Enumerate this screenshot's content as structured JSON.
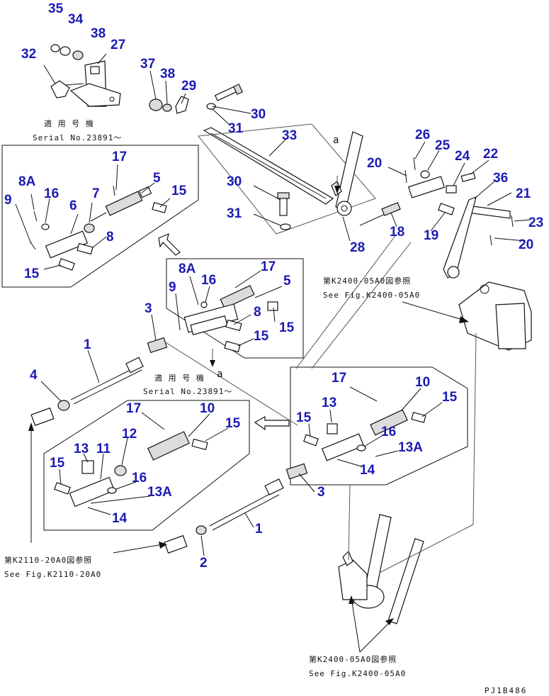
{
  "diagram": {
    "drawing_code": "PJ1B486",
    "notes": {
      "serial_upper_jp": "適 用 号 機",
      "serial_upper_en": "Serial No.23891～",
      "serial_lower_jp": "適 用 号 機",
      "serial_lower_en": "Serial No.23891～",
      "ref_k2400_upper_jp": "第K2400-05A0図参照",
      "ref_k2400_upper_en": "See Fig.K2400-05A0",
      "ref_k2110_jp": "第K2110-20A0図参照",
      "ref_k2110_en": "See Fig.K2110-20A0",
      "ref_k2400_lower_jp": "第K2400-05A0図参照",
      "ref_k2400_lower_en": "See Fig.K2400-05A0",
      "marker_a_top": "a",
      "marker_a_mid": "a"
    },
    "callouts": {
      "c35": "35",
      "c34": "34",
      "c38a": "38",
      "c27": "27",
      "c32": "32",
      "c37": "37",
      "c38b": "38",
      "c29": "29",
      "c30a": "30",
      "c31a": "31",
      "c33": "33",
      "c26": "26",
      "c25": "25",
      "c20a": "20",
      "c24": "24",
      "c22": "22",
      "c36": "36",
      "c30b": "30",
      "c21": "21",
      "c31b": "31",
      "c18": "18",
      "c19": "19",
      "c23": "23",
      "c28": "28",
      "c20b": "20",
      "b1_17": "17",
      "b1_8a": "8A",
      "b1_16": "16",
      "b1_5": "5",
      "b1_15a": "15",
      "b1_6": "6",
      "b1_7": "7",
      "b1_9": "9",
      "b1_8": "8",
      "b1_15b": "15",
      "m_8a": "8A",
      "m_17": "17",
      "m_9": "9",
      "m_16": "16",
      "m_5": "5",
      "m_3": "3",
      "m_8": "8",
      "m_15a": "15",
      "m_15b": "15",
      "l_1": "1",
      "l_4": "4",
      "b2_17": "17",
      "b2_10": "10",
      "b2_15a": "15",
      "b2_12": "12",
      "b2_13": "13",
      "b2_11": "11",
      "b2_15b": "15",
      "b2_16": "16",
      "b2_13a": "13A",
      "b2_14": "14",
      "b3_17": "17",
      "b3_10": "10",
      "b3_15a": "15",
      "b3_13": "13",
      "b3_15b": "15",
      "b3_16": "16",
      "b3_13a": "13A",
      "b3_14": "14",
      "lo_3": "3",
      "lo_1": "1",
      "lo_2": "2"
    }
  }
}
